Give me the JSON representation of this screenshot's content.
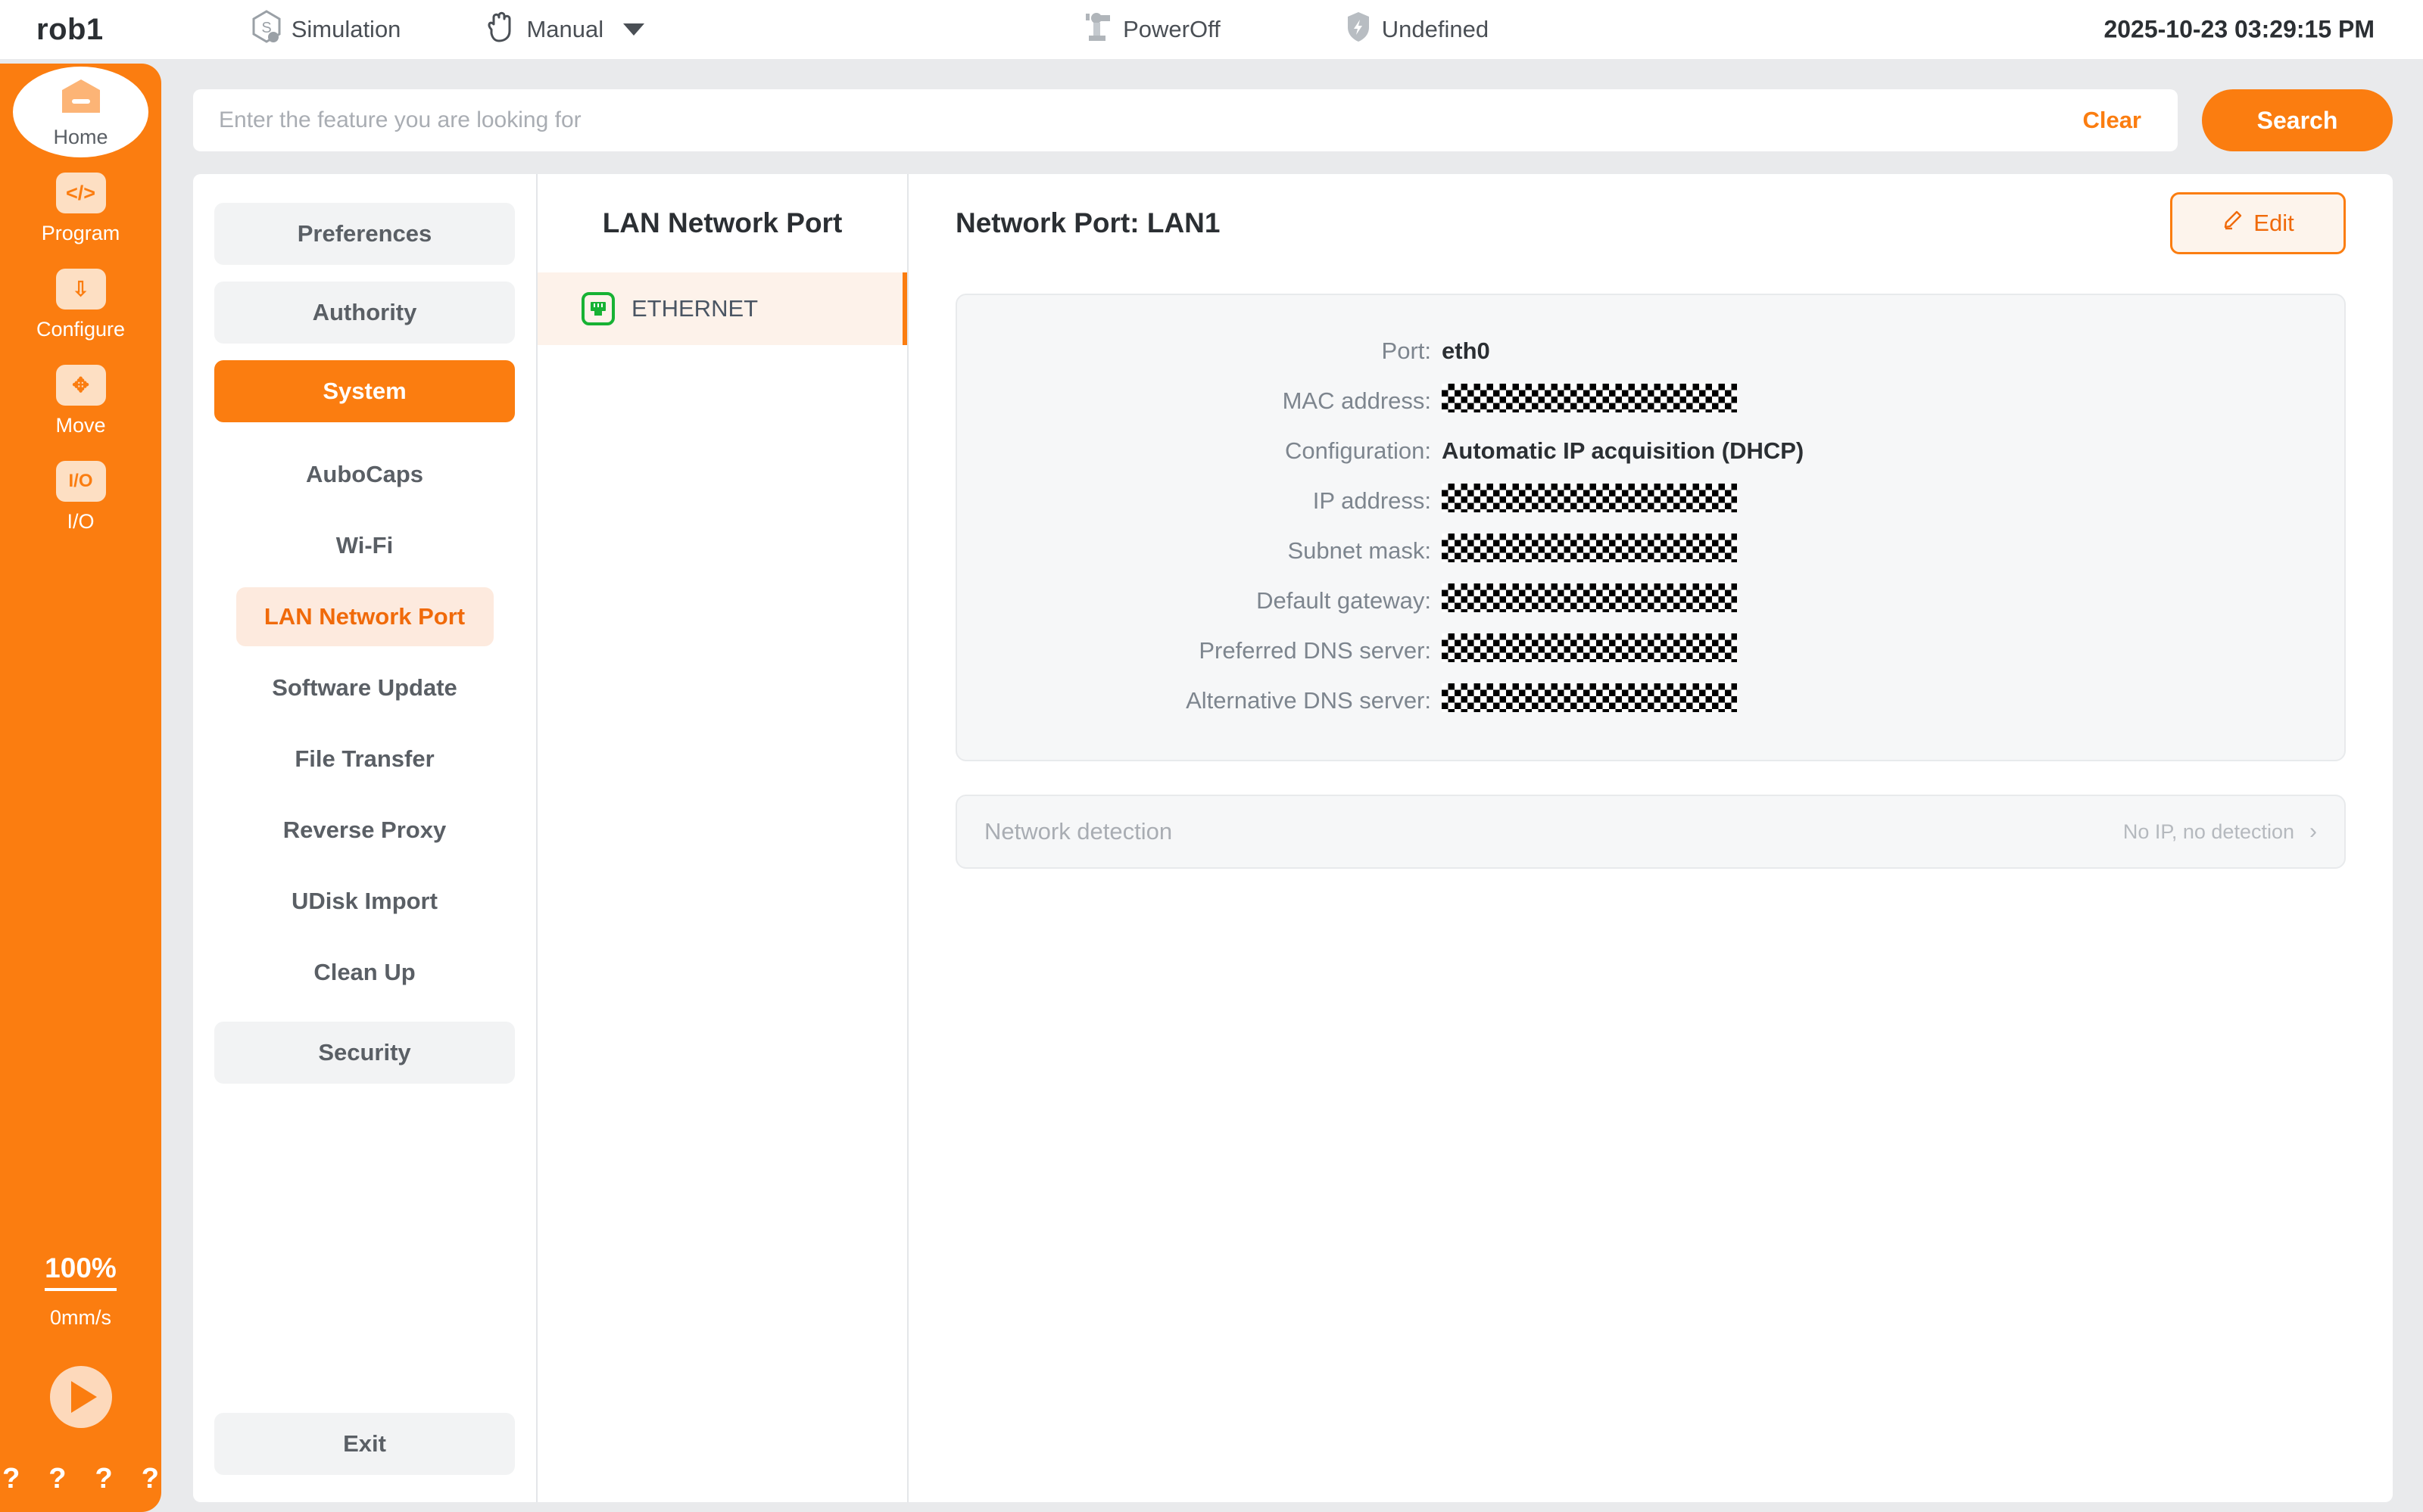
{
  "topbar": {
    "robot_name": "rob1",
    "simulation_label": "Simulation",
    "simulation_icon": "hexagon-s-icon",
    "mode_label": "Manual",
    "mode_icon": "hand-icon",
    "power_label": "PowerOff",
    "power_icon": "robot-arm-icon",
    "safety_label": "Undefined",
    "safety_icon": "shield-icon",
    "datetime": "2025-10-23 03:29:15 PM"
  },
  "rail": {
    "items": [
      {
        "label": "Home",
        "icon": "home-icon",
        "active": true
      },
      {
        "label": "Program",
        "icon": "code-monitor-icon",
        "active": false
      },
      {
        "label": "Configure",
        "icon": "download-layers-icon",
        "active": false
      },
      {
        "label": "Move",
        "icon": "four-arrows-icon",
        "active": false
      },
      {
        "label": "I/O",
        "icon": "io-icon",
        "active": false
      }
    ],
    "speed_percent": "100%",
    "speed_value": "0mm/s",
    "play_icon": "play-icon",
    "help_marks": [
      "?",
      "?",
      "?",
      "?"
    ]
  },
  "search": {
    "placeholder": "Enter the feature you are looking for",
    "value": "",
    "clear_label": "Clear",
    "search_label": "Search"
  },
  "settings_nav": {
    "groups": [
      {
        "label": "Preferences",
        "active": false
      },
      {
        "label": "Authority",
        "active": false
      },
      {
        "label": "System",
        "active": true
      }
    ],
    "system_children": [
      {
        "label": "AuboCaps",
        "active": false
      },
      {
        "label": "Wi-Fi",
        "active": false
      },
      {
        "label": "LAN Network Port",
        "active": true
      },
      {
        "label": "Software Update",
        "active": false
      },
      {
        "label": "File Transfer",
        "active": false
      },
      {
        "label": "Reverse Proxy",
        "active": false
      },
      {
        "label": "UDisk Import",
        "active": false
      },
      {
        "label": "Clean Up",
        "active": false
      }
    ],
    "security_label": "Security",
    "exit_label": "Exit"
  },
  "port_list": {
    "title": "LAN Network Port",
    "items": [
      {
        "label": "ETHERNET",
        "icon": "ethernet-port-icon",
        "status_color": "#17b234",
        "active": true
      }
    ]
  },
  "detail": {
    "title": "Network Port: LAN1",
    "edit_label": "Edit",
    "edit_icon": "pencil-icon",
    "fields": [
      {
        "label": "Port:",
        "value": "eth0",
        "redacted": false
      },
      {
        "label": "MAC address:",
        "value": "",
        "redacted": true
      },
      {
        "label": "Configuration:",
        "value": "Automatic IP acquisition (DHCP)",
        "redacted": false
      },
      {
        "label": "IP address:",
        "value": "",
        "redacted": true
      },
      {
        "label": "Subnet mask:",
        "value": "",
        "redacted": true
      },
      {
        "label": "Default gateway:",
        "value": "",
        "redacted": true
      },
      {
        "label": "Preferred DNS server:",
        "value": "",
        "redacted": true
      },
      {
        "label": "Alternative DNS server:",
        "value": "",
        "redacted": true
      }
    ],
    "detection": {
      "label": "Network detection",
      "status": "No IP, no detection",
      "chevron_icon": "chevron-right-icon"
    }
  },
  "colors": {
    "accent_orange": "#fb7d10",
    "accent_orange_dark": "#f06a0a",
    "accent_orange_light": "#fdeade",
    "status_green": "#17b234",
    "panel_bg": "#f6f7f8",
    "page_bg": "#e9eaec"
  }
}
